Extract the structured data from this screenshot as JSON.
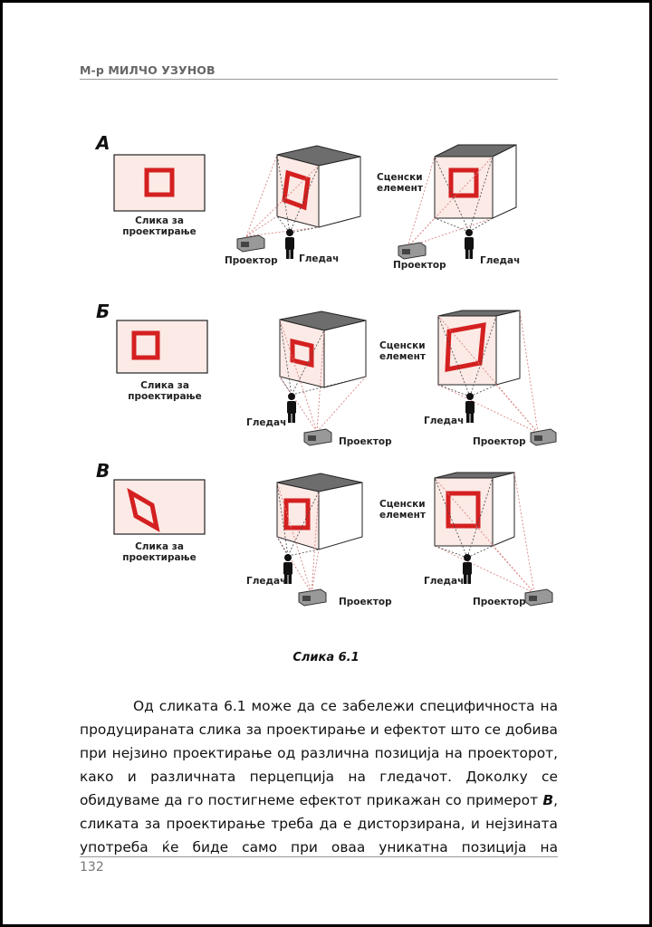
{
  "header": {
    "author": "М-р МИЛЧО УЗУНОВ"
  },
  "figure": {
    "rows": [
      {
        "label": "А"
      },
      {
        "label": "Б"
      },
      {
        "label": "В"
      }
    ],
    "labels": {
      "image_for_projection": [
        "Слика за",
        "проектирање"
      ],
      "scene_element": [
        "Сценски",
        "елемент"
      ],
      "projector": "Проектор",
      "viewer": "Гледач"
    },
    "colors": {
      "square": "#d42020",
      "panel_fill": "#fbeae6",
      "cube_top": "#6d6d6d",
      "ray": "#d98585"
    },
    "caption": "Слика 6.1"
  },
  "body": {
    "lines": [
      "Од сликата 6.1 може да се забележи специфичноста на",
      "продуцираната слика за проектирање и ефектот што се добива",
      "при нејзино проектирање од различна позиција на проекторот,",
      "како и различната перцепција на гледачот. Доколку се",
      "обидуваме да го постигнеме ефектот прикажан со примерот ",
      "сликата за проектирање треба да е дисторзирана, и нејзината",
      "употреба ќе биде само при оваа уникатна позиција на"
    ],
    "emphasis": "В",
    "emphasis_suffix": ","
  },
  "footer": {
    "page_number": "132"
  }
}
